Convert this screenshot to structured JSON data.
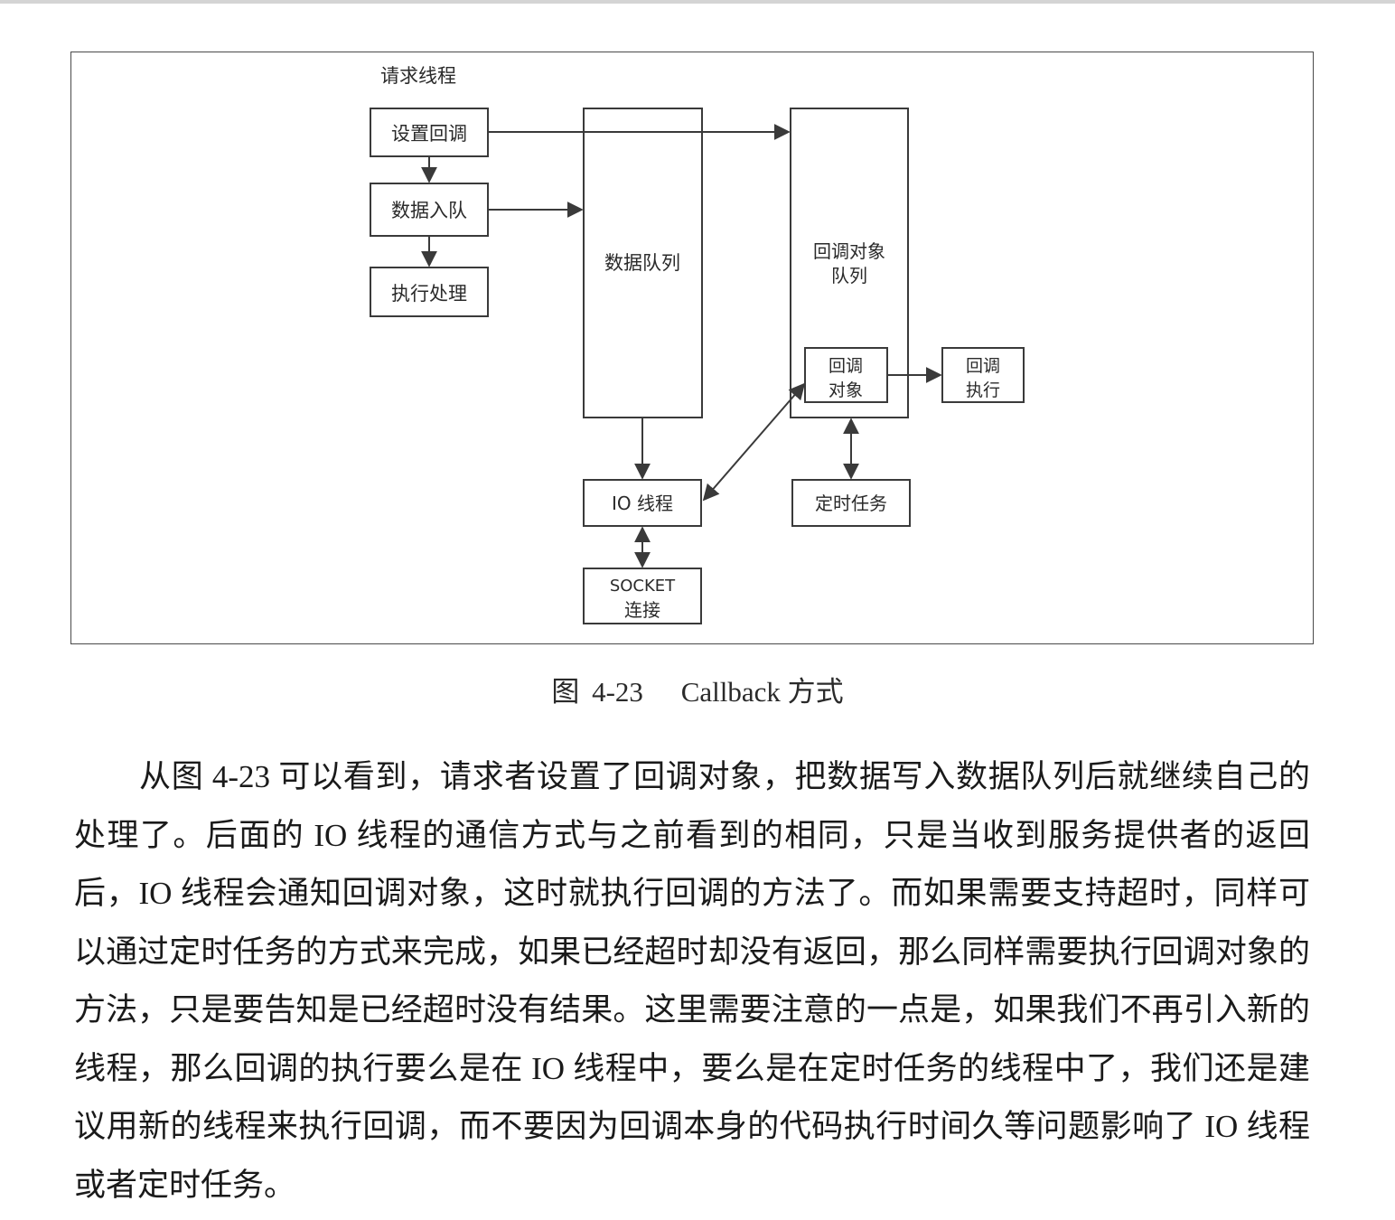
{
  "diagram": {
    "request_thread_label": "请求线程",
    "set_callback": "设置回调",
    "enqueue_data": "数据入队",
    "execute_processing": "执行处理",
    "data_queue": "数据队列",
    "callback_queue_line1": "回调对象",
    "callback_queue_line2": "队列",
    "callback_object_line1": "回调",
    "callback_object_line2": "对象",
    "callback_execute_line1": "回调",
    "callback_execute_line2": "执行",
    "io_thread": "IO 线程",
    "timer_task": "定时任务",
    "socket_line1": "SOCKET",
    "socket_line2": "连接"
  },
  "caption": {
    "prefix": "图",
    "number": "4-23",
    "title": "Callback 方式"
  },
  "body": {
    "paragraph": "从图 4-23 可以看到，请求者设置了回调对象，把数据写入数据队列后就继续自己的处理了。后面的 IO 线程的通信方式与之前看到的相同，只是当收到服务提供者的返回后，IO 线程会通知回调对象，这时就执行回调的方法了。而如果需要支持超时，同样可以通过定时任务的方式来完成，如果已经超时却没有返回，那么同样需要执行回调对象的方法，只是要告知是已经超时没有结果。这里需要注意的一点是，如果我们不再引入新的线程，那么回调的执行要么是在 IO 线程中，要么是在定时任务的线程中了，我们还是建议用新的线程来执行回调，而不要因为回调本身的代码执行时间久等问题影响了 IO 线程或者定时任务。"
  }
}
